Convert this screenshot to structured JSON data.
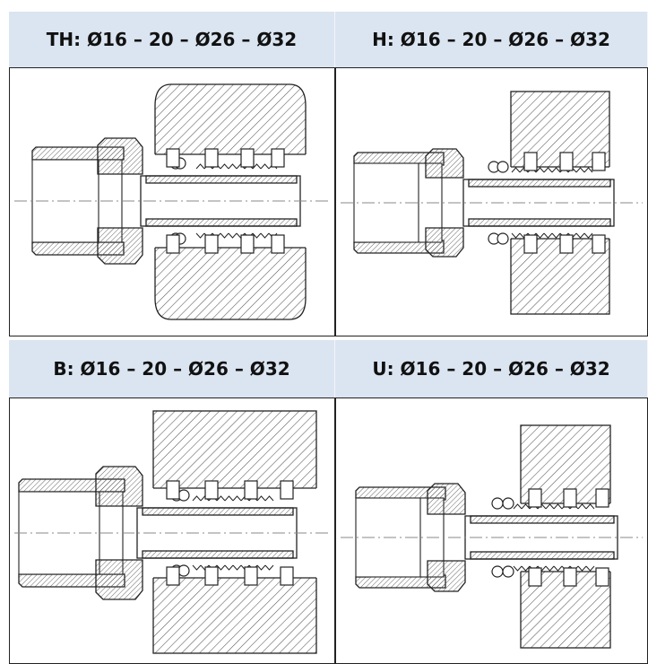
{
  "panels": [
    {
      "label": "TH: Ø16 – 20 – Ø26 – Ø32",
      "style": "TH"
    },
    {
      "label": "H: Ø16 – 20 – Ø26 – Ø32",
      "style": "H"
    },
    {
      "label": "B: Ø16 – 20 – Ø26 – Ø32",
      "style": "B"
    },
    {
      "label": "U: Ø16 – 20 – Ø26 – Ø32",
      "style": "U"
    }
  ],
  "colors": {
    "header_bg": "#dbe5f1",
    "line": "#222222",
    "hatch": "#555555"
  }
}
